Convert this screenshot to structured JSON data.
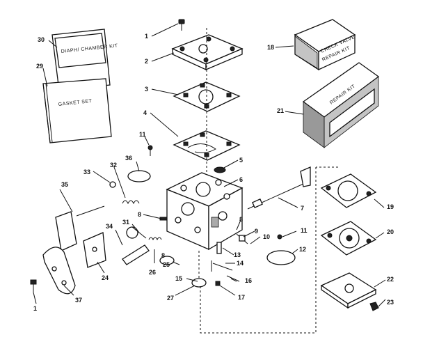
{
  "callouts": {
    "c1": "1",
    "c2": "2",
    "c3": "3",
    "c4": "4",
    "c5": "5",
    "c6": "6",
    "c7": "7",
    "c8": "8",
    "c9": "9",
    "c10": "10",
    "c11": "11",
    "c12": "12",
    "c13": "13",
    "c14": "14",
    "c15": "15",
    "c16": "16",
    "c17": "17",
    "c18": "18",
    "c19": "19",
    "c20": "20",
    "c21": "21",
    "c22": "22",
    "c23": "23",
    "c24": "24",
    "c25": "25",
    "c26": "26",
    "c27": "27",
    "c29": "29",
    "c30": "30",
    "c31": "31",
    "c32": "32",
    "c33": "33",
    "c34": "34",
    "c35": "35",
    "c36": "36",
    "c37": "37"
  },
  "kit_labels": {
    "diaphragm_kit": "DIAPH/ CHAMBER KIT",
    "gasket_set": "GASKET SET",
    "check_valve_kit": "CHECK VALVE",
    "check_valve_kit_2": "REPAIR KIT",
    "repair_kit": "REPAIR KIT"
  }
}
